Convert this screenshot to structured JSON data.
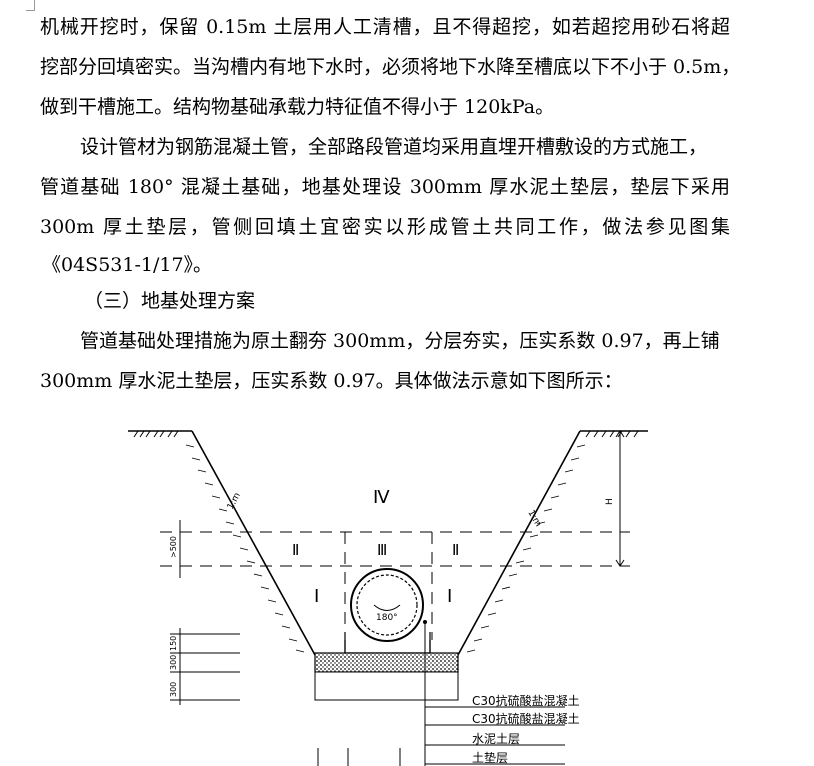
{
  "paragraphs": {
    "p1_l1": "机械开挖时，保留 0.15m 土层用人工清槽，且不得超挖，如若超挖用砂石将超",
    "p1_l2": "挖部分回填密实。当沟槽内有地下水时，必须将地下水降至槽底以下不小于 0.5m，",
    "p1_l3": "做到干槽施工。结构物基础承载力特征值不得小于 120kPa。",
    "p2_l1": "设计管材为钢筋混凝土管，全部路段管道均采用直埋开槽敷设的方式施工，",
    "p2_l2": "管道基础 180°  混凝土基础，地基处理设 300mm 厚水泥土垫层，垫层下采用",
    "p2_l3": "300m 厚土垫层，管侧回填土宜密实以形成管土共同工作，做法参见图集",
    "p2_l4": "《04S531-1/17》。",
    "heading": "（三）地基处理方案",
    "p3_l1": "管道基础处理措施为原土翻夯 300mm，分层夯实，压实系数 0.97，再上铺",
    "p3_l2": "300mm 厚水泥土垫层，压实系数 0.97。具体做法示意如下图所示："
  },
  "drawing": {
    "zone_top": "Ⅳ",
    "zone_mid": "Ⅲ",
    "zone_side": "Ⅱ",
    "zone_low": "Ⅰ",
    "slope": "1:m",
    "height": "H",
    "dim_500": ">500",
    "dim_150": "150",
    "dim_300": "300",
    "dim_300b": "300",
    "angle": "180°",
    "legend": [
      "C30抗硫酸盐混凝土",
      "C30抗硫酸盐混凝土",
      "水泥土层",
      "土垫层"
    ]
  }
}
